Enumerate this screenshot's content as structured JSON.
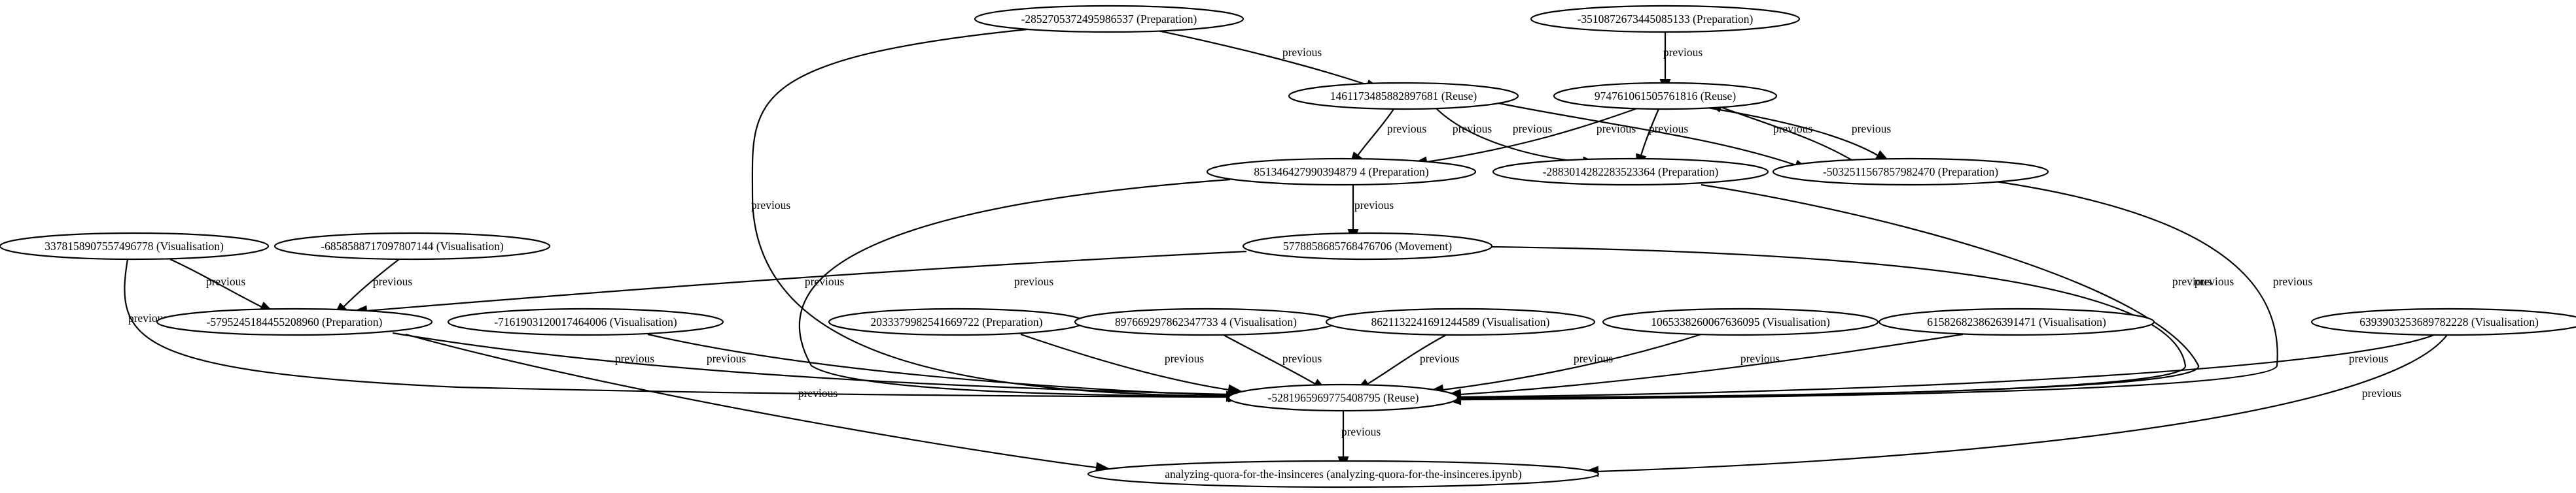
{
  "graph": {
    "nodes": [
      {
        "id": "n2852",
        "label": "-2852705372495986537 (Preparation)"
      },
      {
        "id": "n3510",
        "label": "-3510872673445085133 (Preparation)"
      },
      {
        "id": "n1461",
        "label": "1461173485882897681 (Reuse)"
      },
      {
        "id": "n9747",
        "label": "974761061505761816 (Reuse)"
      },
      {
        "id": "n8513",
        "label": "851346427990394879 4 (Preparation)"
      },
      {
        "id": "n2883",
        "label": "-2883014282283523364 (Preparation)"
      },
      {
        "id": "n5032",
        "label": "-5032511567857982470 (Preparation)"
      },
      {
        "id": "n3378",
        "label": "3378158907557496778 (Visualisation)"
      },
      {
        "id": "n6858",
        "label": "-6858588717097807144 (Visualisation)"
      },
      {
        "id": "n5778",
        "label": "5778858685768476706 (Movement)"
      },
      {
        "id": "n5795",
        "label": "-5795245184455208960 (Preparation)"
      },
      {
        "id": "n7161",
        "label": "-7161903120017464006 (Visualisation)"
      },
      {
        "id": "n2033",
        "label": "2033379982541669722 (Preparation)"
      },
      {
        "id": "n8976",
        "label": "897669297862347733 4 (Visualisation)"
      },
      {
        "id": "n8621",
        "label": "8621132241691244589 (Visualisation)"
      },
      {
        "id": "n1065",
        "label": "1065338260067636095 (Visualisation)"
      },
      {
        "id": "n6158",
        "label": "6158268238626391471 (Visualisation)"
      },
      {
        "id": "n6393",
        "label": "6393903253689782228 (Visualisation)"
      },
      {
        "id": "n5281",
        "label": "-5281965969775408795 (Reuse)"
      },
      {
        "id": "nquora",
        "label": "analyzing-quora-for-the-insinceres (analyzing-quora-for-the-insinceres.ipynb)"
      }
    ],
    "edge_label": "previous",
    "edges": [
      {
        "from": "n2852",
        "to": "n1461"
      },
      {
        "from": "n2852",
        "to": "n5281"
      },
      {
        "from": "n3510",
        "to": "n9747"
      },
      {
        "from": "n1461",
        "to": "n8513"
      },
      {
        "from": "n1461",
        "to": "n2883"
      },
      {
        "from": "n1461",
        "to": "n5032"
      },
      {
        "from": "n9747",
        "to": "n8513"
      },
      {
        "from": "n9747",
        "to": "n2883"
      },
      {
        "from": "n9747",
        "to": "n5032"
      },
      {
        "from": "n5032",
        "to": "n9747"
      },
      {
        "from": "n8513",
        "to": "n5778"
      },
      {
        "from": "n8513",
        "to": "n5281"
      },
      {
        "from": "n2883",
        "to": "n5281"
      },
      {
        "from": "n5032",
        "to": "n5281"
      },
      {
        "from": "n5778",
        "to": "n5795"
      },
      {
        "from": "n5778",
        "to": "n5281"
      },
      {
        "from": "n3378",
        "to": "n5795"
      },
      {
        "from": "n3378",
        "to": "n5281"
      },
      {
        "from": "n6858",
        "to": "n5795"
      },
      {
        "from": "n5795",
        "to": "n5281"
      },
      {
        "from": "n5795",
        "to": "nquora"
      },
      {
        "from": "n7161",
        "to": "n5281"
      },
      {
        "from": "n2033",
        "to": "n5281"
      },
      {
        "from": "n8976",
        "to": "n5281"
      },
      {
        "from": "n8621",
        "to": "n5281"
      },
      {
        "from": "n1065",
        "to": "n5281"
      },
      {
        "from": "n6158",
        "to": "n5281"
      },
      {
        "from": "n6393",
        "to": "n5281"
      },
      {
        "from": "n6393",
        "to": "nquora"
      },
      {
        "from": "n5281",
        "to": "nquora"
      }
    ]
  }
}
